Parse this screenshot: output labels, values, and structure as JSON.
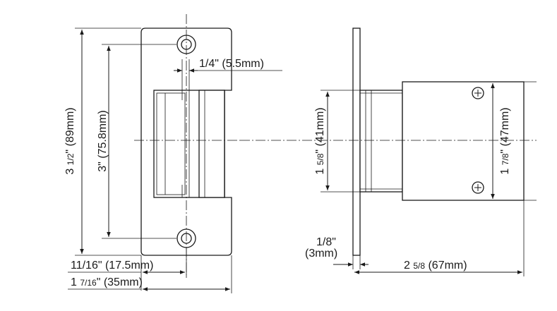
{
  "dimensions": {
    "faceplate_height": {
      "main": "3 ",
      "frac": "1/2",
      "rest": "\" (89mm)"
    },
    "hole_spacing": {
      "text": "3\" (75.8mm)"
    },
    "slot_offset": {
      "text": "1/4\" (5.5mm)"
    },
    "hole_from_edge": {
      "text": "11/16\" (17.5mm)"
    },
    "faceplate_width": {
      "main": "1 ",
      "frac": "7/16",
      "rest": "\" (35mm)"
    },
    "keeper_height": {
      "main": "1 ",
      "frac": "5/8",
      "rest": "\" (41mm)"
    },
    "body_height": {
      "main": "1 ",
      "frac": "7/8",
      "rest": "\" (47mm)"
    },
    "plate_thickness": {
      "line1": "1/8\"",
      "line2": "(3mm)"
    },
    "body_depth": {
      "main": "2 ",
      "frac": "5/8",
      "rest": " (67mm)"
    }
  }
}
